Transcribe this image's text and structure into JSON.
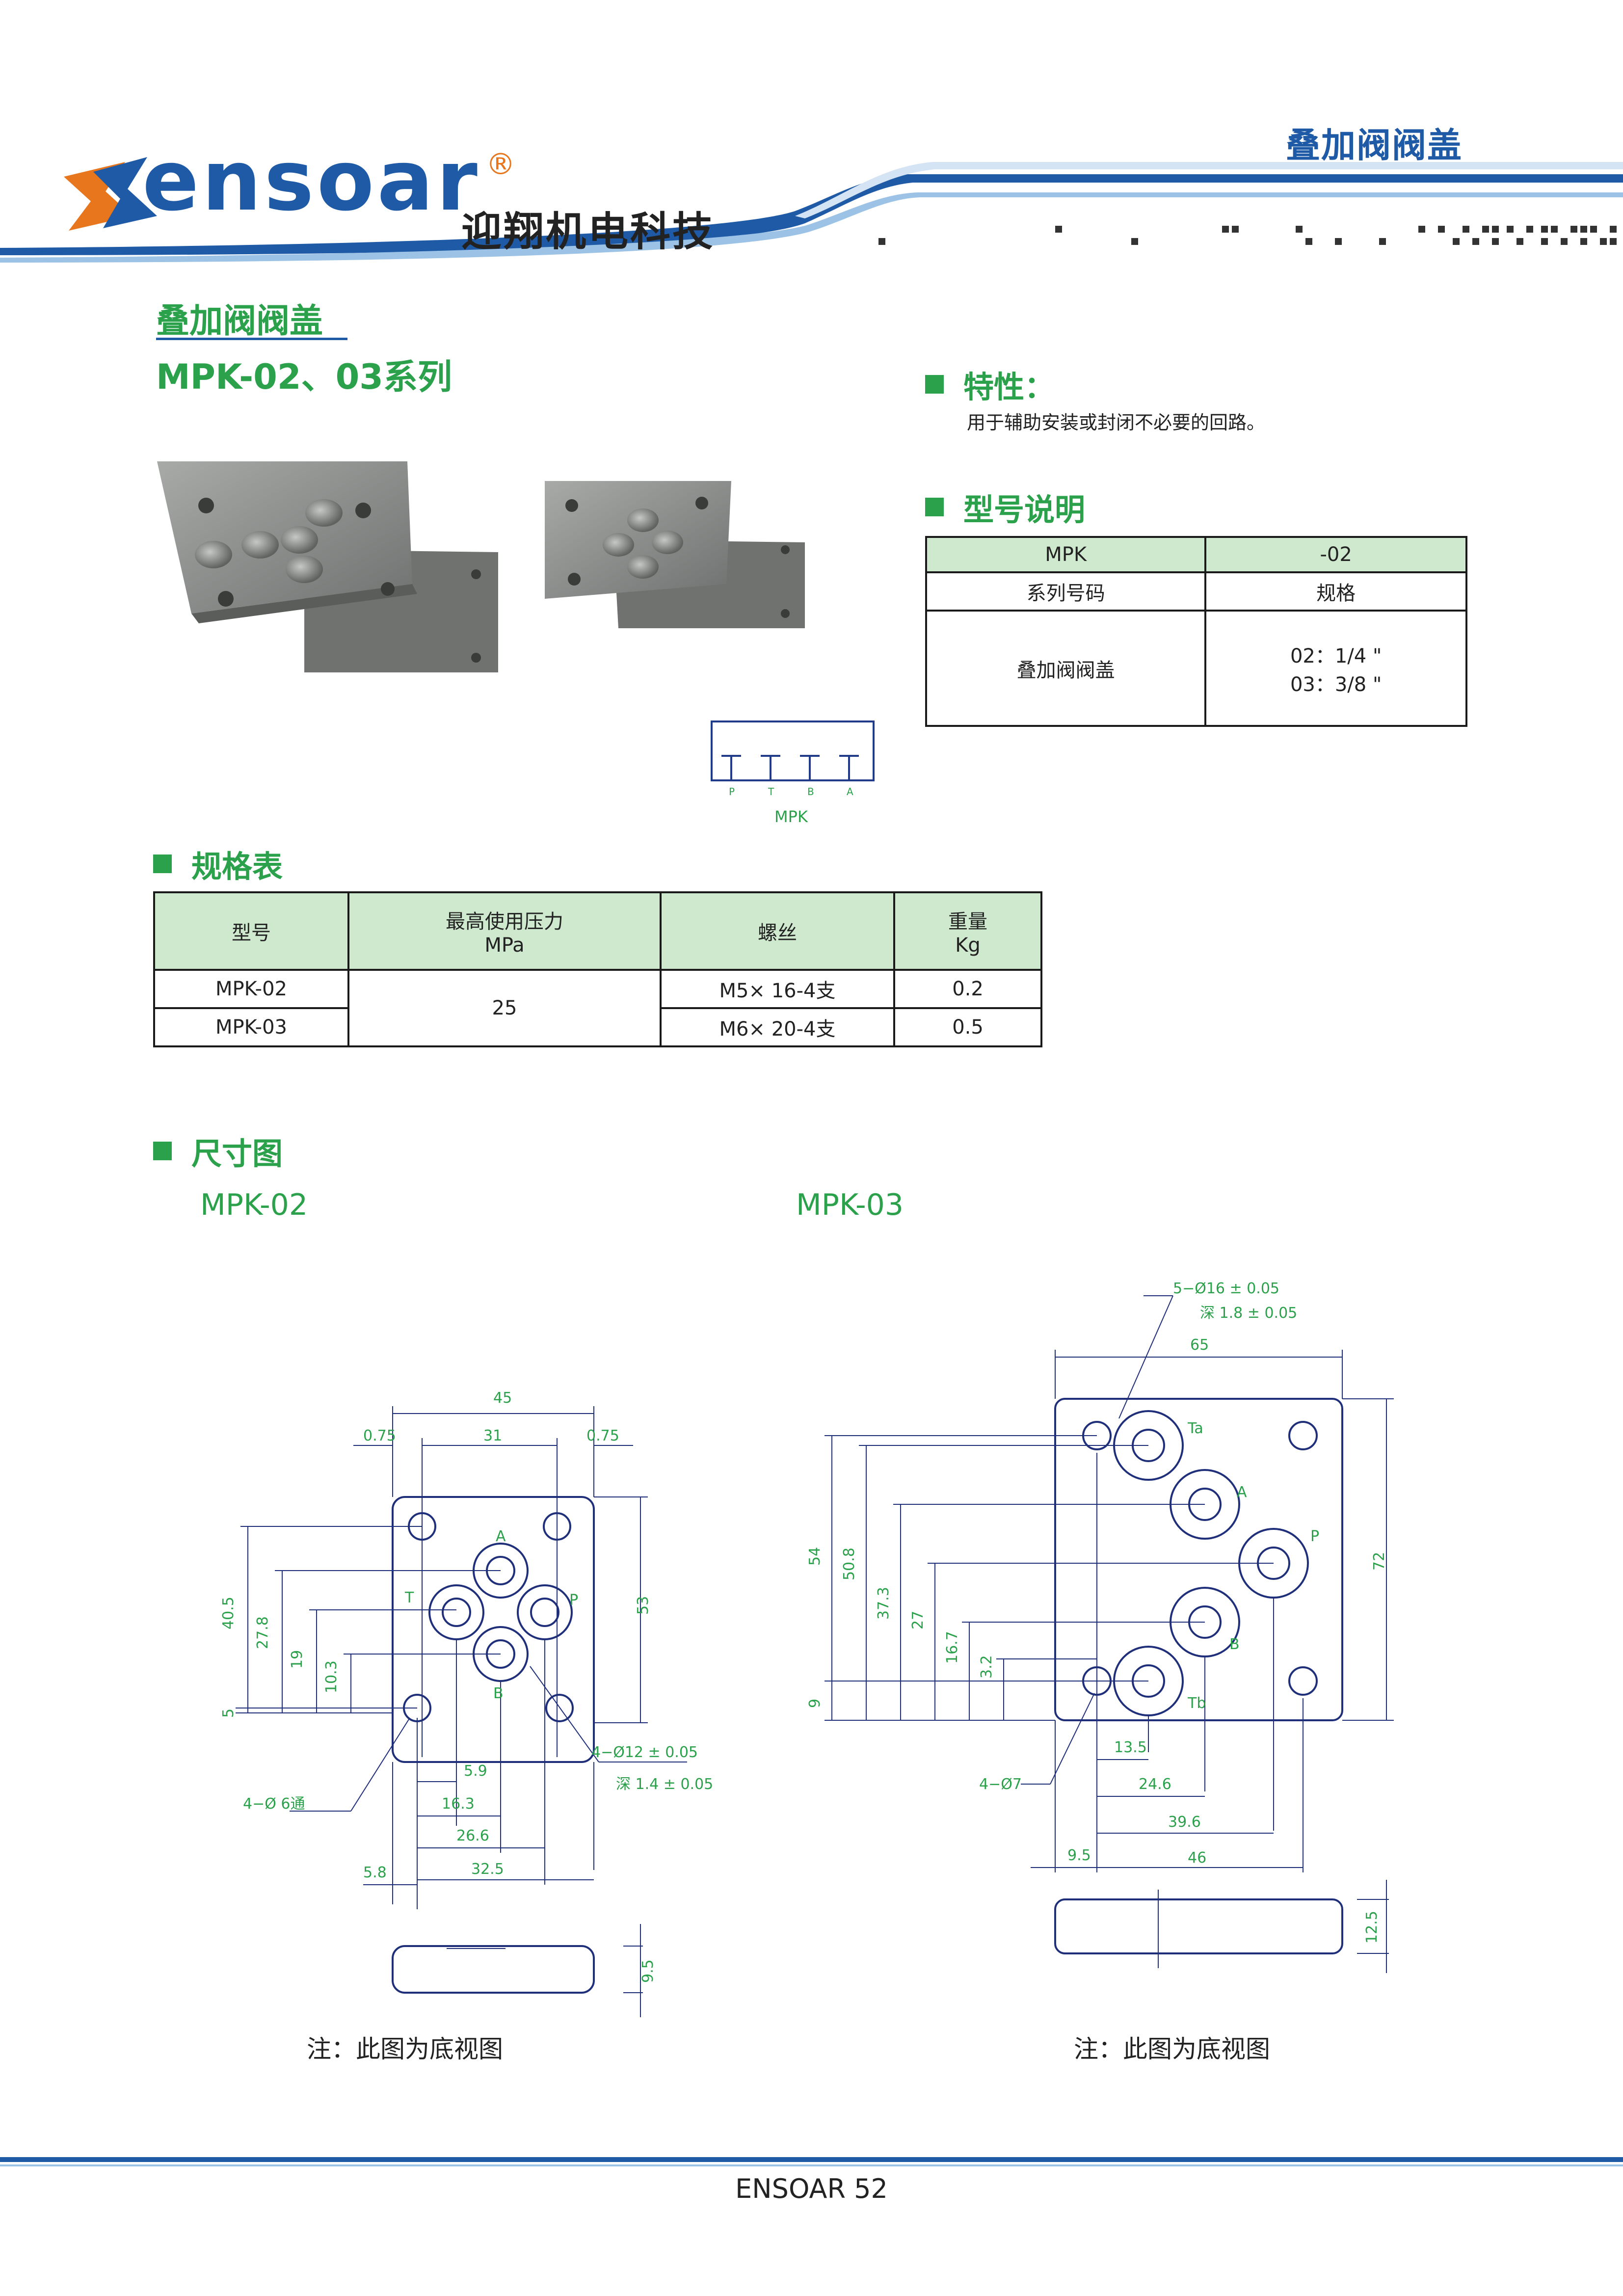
{
  "header": {
    "right_title": "叠加阀阀盖",
    "brand_name": "ensoar",
    "brand_reg": "®",
    "brand_cn": "迎翔机电科技"
  },
  "product": {
    "title": "叠加阀阀盖",
    "series": "MPK-02、03系列"
  },
  "features": {
    "heading": "特性：",
    "text": "用于辅助安装或封闭不必要的回路。"
  },
  "model_explain": {
    "heading": "型号说明",
    "row1": [
      "MPK",
      "-02"
    ],
    "row2": [
      "系列号码",
      "规格"
    ],
    "row3_left": "叠加阀阀盖",
    "row3_right_lines": [
      "02：1/4 \"",
      "03：3/8 \""
    ]
  },
  "symbol": {
    "ports": [
      "P",
      "T",
      "B",
      "A"
    ],
    "label": "MPK"
  },
  "spec_table": {
    "heading": "规格表",
    "headers": [
      [
        "型号"
      ],
      [
        "最高使用压力",
        "MPa"
      ],
      [
        "螺丝"
      ],
      [
        "重量",
        "Kg"
      ]
    ],
    "rows": [
      {
        "model": "MPK-02",
        "pressure": "25",
        "screw": "M5× 16-4支",
        "weight": "0.2"
      },
      {
        "model": "MPK-03",
        "pressure": "25",
        "screw": "M6× 20-4支",
        "weight": "0.5"
      }
    ]
  },
  "dimensions": {
    "heading": "尺寸图",
    "left_label": "MPK-02",
    "right_label": "MPK-03",
    "left": {
      "top": [
        "45",
        "0.75",
        "31",
        "0.75"
      ],
      "right": "53",
      "left_dims": [
        "40.5",
        "27.8",
        "19",
        "10.3",
        "5"
      ],
      "bottom": [
        "5.9",
        "16.3",
        "26.6",
        "32.5",
        "5.8"
      ],
      "ports": [
        "A",
        "T",
        "P",
        "B"
      ],
      "callout_holes": "4−Ø 6通",
      "callout_ports": "4−Ø12 ± 0.05",
      "callout_depth": "深 1.4 ± 0.05",
      "thickness": "9.5"
    },
    "right": {
      "top": "65",
      "right": "72",
      "left_dims": [
        "54",
        "50.8",
        "37.3",
        "27",
        "16.7",
        "3.2",
        "9"
      ],
      "bottom": [
        "13.5",
        "24.6",
        "39.6",
        "9.5",
        "46"
      ],
      "ports": [
        "Ta",
        "A",
        "P",
        "B",
        "Tb"
      ],
      "callout_ports": "5−Ø16 ± 0.05",
      "callout_depth": "深 1.8 ± 0.05",
      "callout_holes": "4−Ø7",
      "thickness": "12.5"
    },
    "note": "注：此图为底视图"
  },
  "footer": {
    "text": "ENSOAR  52"
  }
}
